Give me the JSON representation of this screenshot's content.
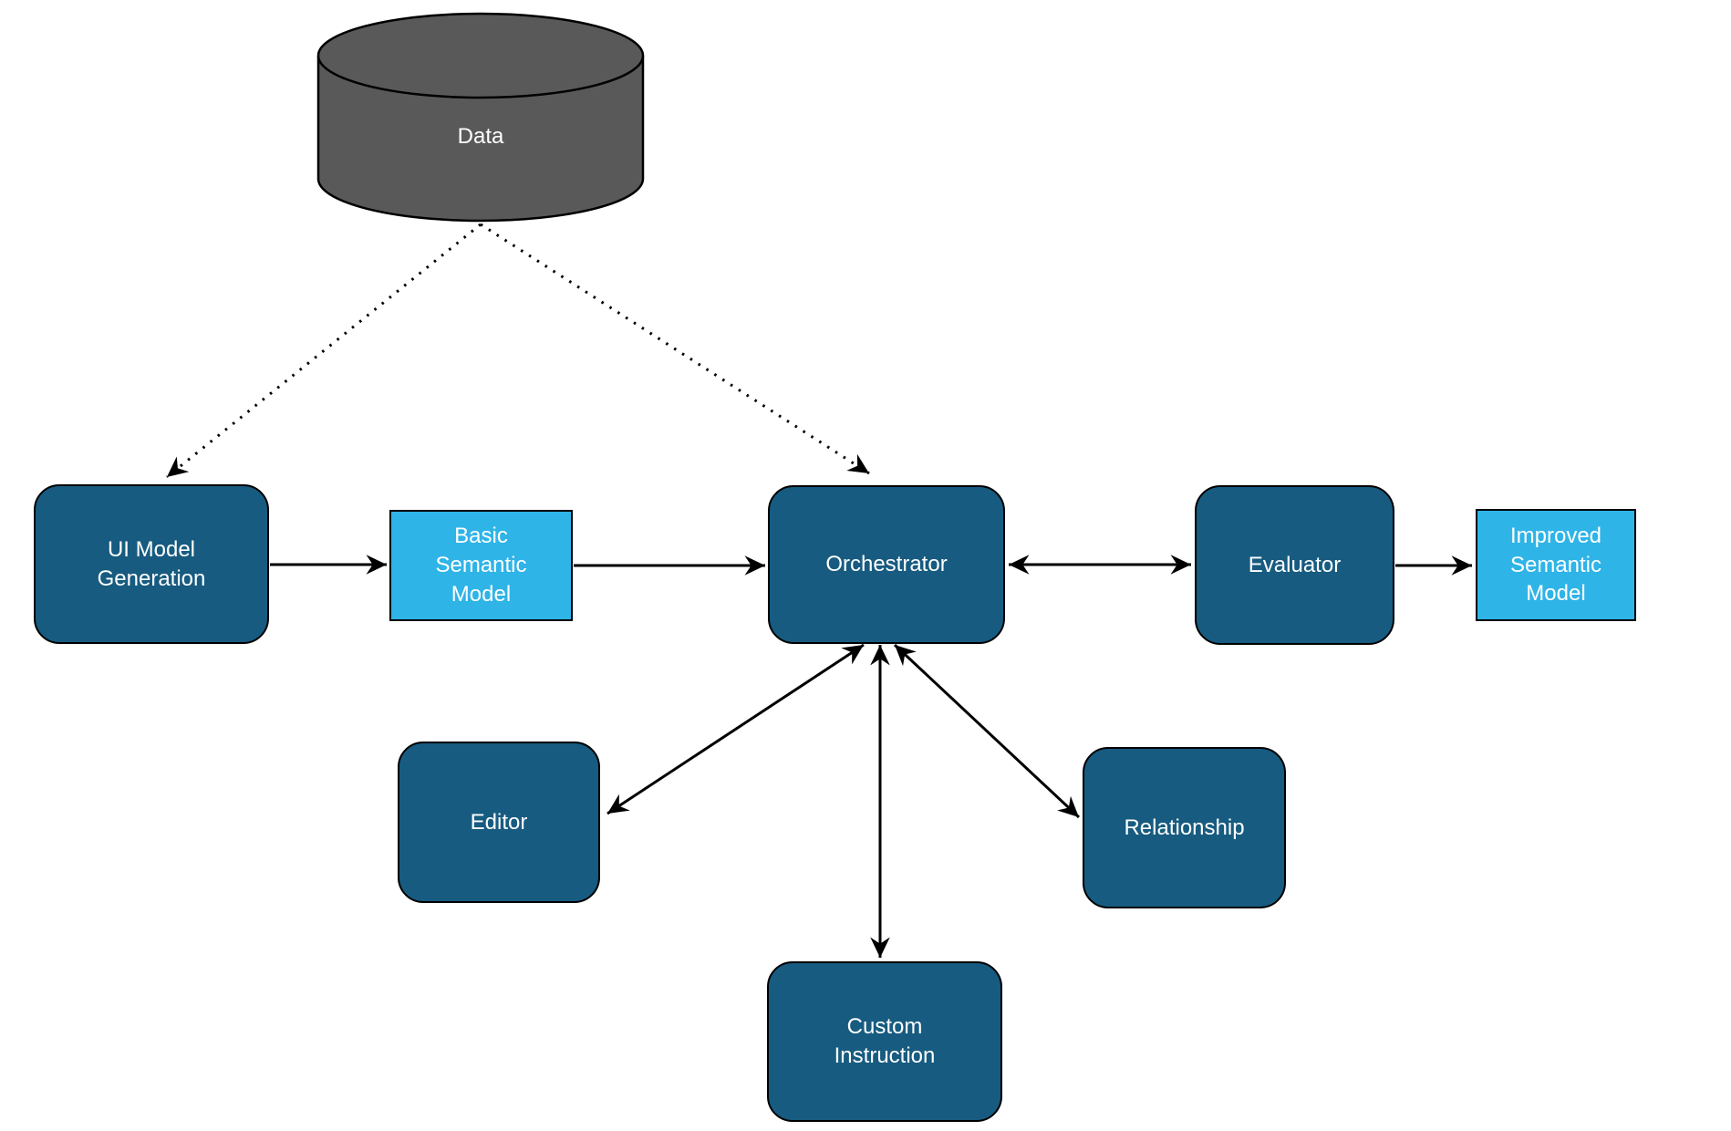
{
  "diagram": {
    "type": "flowchart",
    "background": "#ffffff",
    "colors": {
      "process_node_fill": "#175B80",
      "artifact_node_fill": "#2FB4E7",
      "datastore_fill": "#595959",
      "edge_color": "#000000",
      "node_text_color": "#ffffff"
    },
    "nodes": {
      "data": {
        "label": "Data",
        "shape": "cylinder"
      },
      "ui_model_generation": {
        "label": "UI Model\nGeneration",
        "shape": "rounded-rect"
      },
      "basic_semantic_model": {
        "label": "Basic\nSemantic\nModel",
        "shape": "rect"
      },
      "orchestrator": {
        "label": "Orchestrator",
        "shape": "rounded-rect"
      },
      "evaluator": {
        "label": "Evaluator",
        "shape": "rounded-rect"
      },
      "improved_semantic_model": {
        "label": "Improved\nSemantic\nModel",
        "shape": "rect"
      },
      "editor": {
        "label": "Editor",
        "shape": "rounded-rect"
      },
      "custom_instruction": {
        "label": "Custom\nInstruction",
        "shape": "rounded-rect"
      },
      "relationship": {
        "label": "Relationship",
        "shape": "rounded-rect"
      }
    },
    "edges": [
      {
        "from": "data",
        "to": "ui_model_generation",
        "style": "dotted",
        "direction": "forward"
      },
      {
        "from": "data",
        "to": "orchestrator",
        "style": "dotted",
        "direction": "forward"
      },
      {
        "from": "ui_model_generation",
        "to": "basic_semantic_model",
        "style": "solid",
        "direction": "forward"
      },
      {
        "from": "basic_semantic_model",
        "to": "orchestrator",
        "style": "solid",
        "direction": "forward"
      },
      {
        "from": "orchestrator",
        "to": "evaluator",
        "style": "solid",
        "direction": "both"
      },
      {
        "from": "evaluator",
        "to": "improved_semantic_model",
        "style": "solid",
        "direction": "forward"
      },
      {
        "from": "orchestrator",
        "to": "editor",
        "style": "solid",
        "direction": "both"
      },
      {
        "from": "orchestrator",
        "to": "custom_instruction",
        "style": "solid",
        "direction": "both"
      },
      {
        "from": "orchestrator",
        "to": "relationship",
        "style": "solid",
        "direction": "both"
      }
    ]
  }
}
